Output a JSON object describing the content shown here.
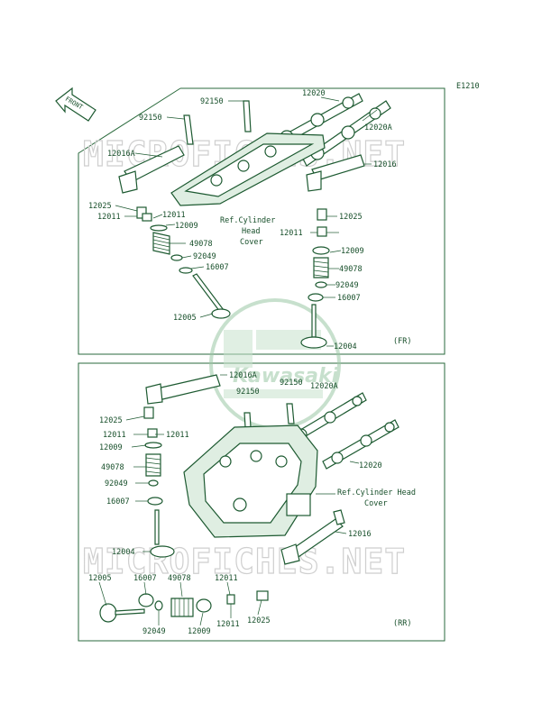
{
  "diagram": {
    "code": "E1210",
    "front_arrow": "FRONT",
    "watermark": "MICROFICHES.NET",
    "logo_text": "Kawasaki",
    "upper_section": {
      "tag": "(FR)",
      "ref_text": [
        "Ref.Cylinder",
        "Head",
        "Cover"
      ],
      "labels": [
        "92150",
        "12020",
        "92150",
        "12020A",
        "12016A",
        "12016",
        "12025",
        "12011",
        "12011",
        "12009",
        "12025",
        "12011",
        "49078",
        "12009",
        "92049",
        "49078",
        "16007",
        "92049",
        "16007",
        "12005",
        "12004"
      ]
    },
    "lower_section": {
      "tag": "(RR)",
      "ref_text": [
        "Ref.Cylinder Head",
        "Cover"
      ],
      "labels": [
        "12016A",
        "92150",
        "92150",
        "12020A",
        "12025",
        "12011",
        "12011",
        "12009",
        "49078",
        "12020",
        "92049",
        "16007",
        "12004",
        "12016",
        "12005",
        "16007",
        "49078",
        "12011",
        "92049",
        "12009",
        "12011",
        "12025"
      ]
    }
  },
  "colors": {
    "line": "#1d5a31",
    "fill": "#dfeee2",
    "watermark": "#cfcfcf"
  }
}
